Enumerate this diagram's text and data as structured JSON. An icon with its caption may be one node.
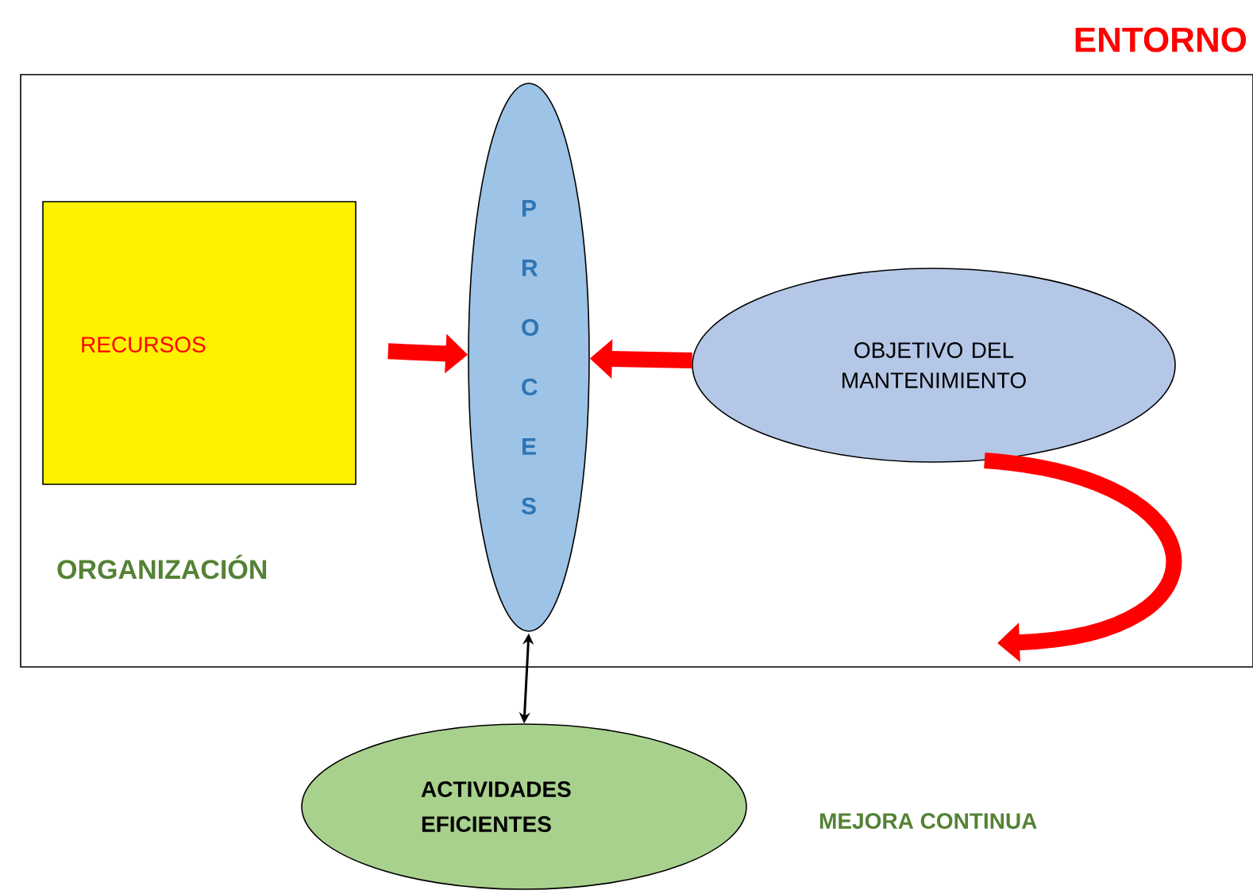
{
  "diagram": {
    "nodes": [
      {
        "text": [
          "ORGANIZACIÓN"
        ]
      },
      {
        "text": [
          "RECURSOS"
        ],
        "in": 0
      },
      {
        "text": [
          "P R O C E S"
        ],
        "in": 0
      },
      {
        "text": [
          "OBJETIVO DEL MANTENIMIENTO"
        ],
        "in": 0
      },
      {
        "text": [
          "ACTIVIDADES EFICIENTES"
        ]
      }
    ],
    "edges": [
      {
        "from": 1,
        "to": 2,
        "arrow": "to"
      },
      {
        "from": 3,
        "to": 2,
        "arrow": "to"
      },
      {
        "from": 3,
        "to": null,
        "arrow": "to"
      },
      {
        "from": 2,
        "to": 4,
        "arrow": "both",
        "color": "#000000"
      }
    ],
    "labels": [
      "ENTORNO",
      "MEJORA CONTINUA"
    ]
  }
}
